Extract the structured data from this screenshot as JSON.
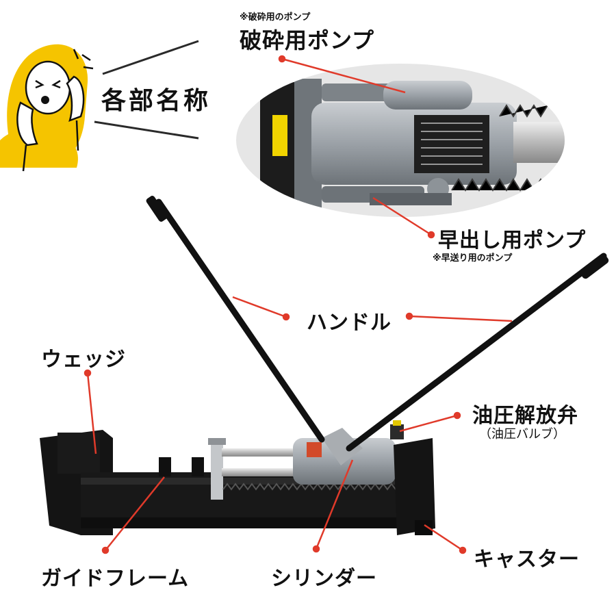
{
  "header": {
    "title": "各部名称",
    "speaker_icon": "shouting-woman-icon"
  },
  "callouts": {
    "crush_pump_note": "※破砕用のポンプ",
    "crush_pump": "破砕用ポンプ",
    "fast_pump": "早出し用ポンプ",
    "fast_pump_note": "※早送り用のポンプ",
    "handle": "ハンドル",
    "wedge": "ウェッジ",
    "release_valve": "油圧解放弁",
    "release_valve_note": "（油圧バルブ）",
    "guide_frame": "ガイドフレーム",
    "cylinder": "シリンダー",
    "caster": "キャスター"
  },
  "colors": {
    "accent": "#e03a2a",
    "speaker_hair": "#f5c400",
    "frame_black": "#141414",
    "cylinder_gray": "#9aa0a6",
    "inset_bg": "#e6e6e6"
  }
}
